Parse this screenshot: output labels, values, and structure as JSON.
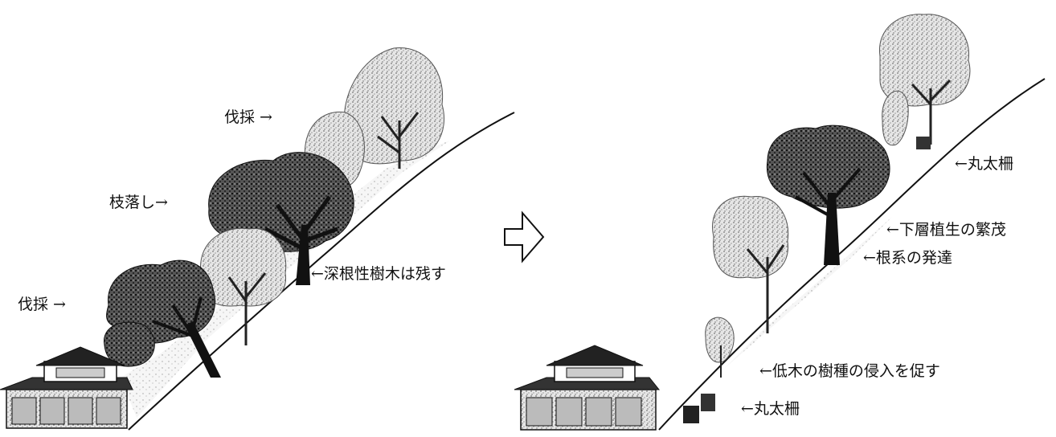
{
  "left_panel": {
    "labels": {
      "fell_upper": "伐採 →",
      "prune": "枝落し→",
      "fell_lower": "伐採 →",
      "keep_deep_root": "←深根性樹木は残す"
    }
  },
  "right_panel": {
    "labels": {
      "log_fence_upper": "←丸太柵",
      "undergrowth": "←下層植生の繁茂",
      "root_system": "←根系の発達",
      "low_tree_invasion": "←低木の樹種の侵入を促す",
      "log_fence_lower": "←丸太柵"
    }
  },
  "transition_arrow": {
    "icon": "outline-right-arrow-icon"
  },
  "colors": {
    "ink": "#111111",
    "dark_canopy": "#333333",
    "light_canopy": "#b8b8b8",
    "trunk": "#1a1a1a"
  }
}
